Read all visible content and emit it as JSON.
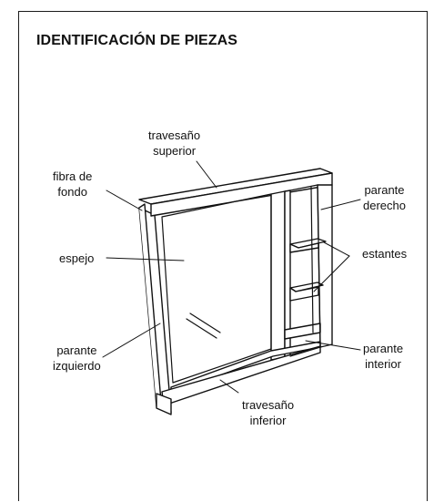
{
  "title": "IDENTIFICACIÓN DE PIEZAS",
  "labels": {
    "travesano_superior": [
      "travesaño",
      "superior"
    ],
    "fibra_de_fondo": [
      "fibra de",
      "fondo"
    ],
    "espejo": [
      "espejo"
    ],
    "parante_izquierdo": [
      "parante",
      "izquierdo"
    ],
    "parante_derecho": [
      "parante",
      "derecho"
    ],
    "estantes": [
      "estantes"
    ],
    "parante_interior": [
      "parante",
      "interior"
    ],
    "travesano_inferior": [
      "travesaño",
      "inferior"
    ]
  },
  "colors": {
    "ink": "#111111",
    "border": "#1a1a1a",
    "background": "#ffffff"
  }
}
